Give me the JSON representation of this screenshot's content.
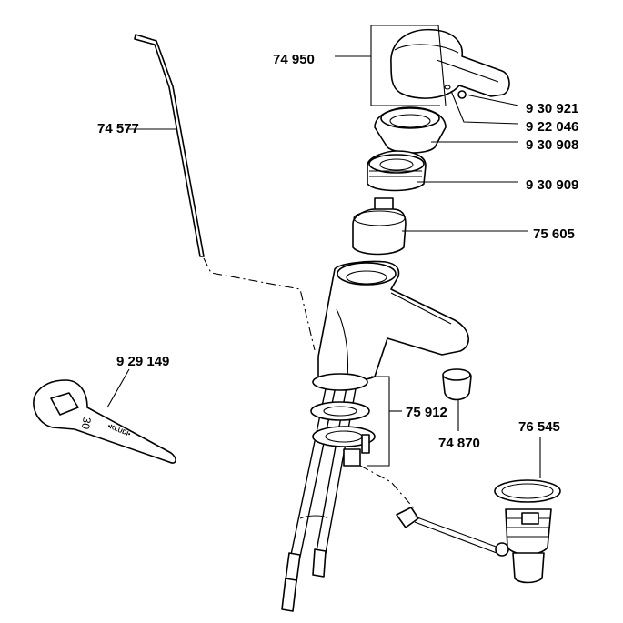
{
  "labels": {
    "p74950": "74 950",
    "p74577": "74 577",
    "p930921": "9 30 921",
    "p922046": "9 22 046",
    "p930908": "9 30 908",
    "p930909": "9 30 909",
    "p75605": "75 605",
    "p929149": "9 29 149",
    "p75912": "75 912",
    "p74870": "74 870",
    "p76545": "76 545"
  },
  "wrench": {
    "brand_text": "•KLUDI•",
    "size_text": "30"
  }
}
